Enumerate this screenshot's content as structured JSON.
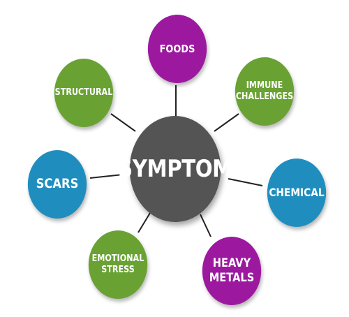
{
  "colors": {
    "center": "#545454",
    "purple": "#9c199f",
    "green": "#69a233",
    "blue": "#1f8ebf",
    "line": "#222222"
  },
  "center": {
    "label": "SYMPTOM"
  },
  "nodes": {
    "foods": {
      "label": "FOODS"
    },
    "immune": {
      "label": "IMMUNE\nCHALLENGES"
    },
    "structural": {
      "label": "STRUCTURAL"
    },
    "scars": {
      "label": "SCARS"
    },
    "chemical": {
      "label": "CHEMICAL"
    },
    "emotional": {
      "label": "EMOTIONAL\nSTRESS"
    },
    "heavy": {
      "label": "HEAVY\nMETALS"
    }
  }
}
